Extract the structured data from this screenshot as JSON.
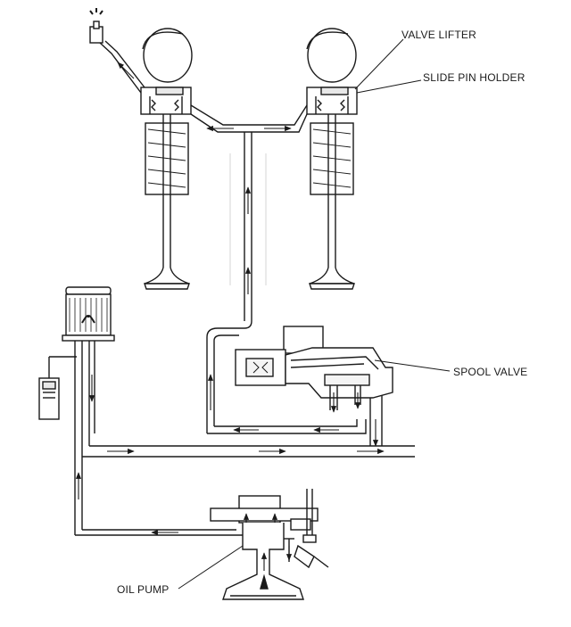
{
  "diagram": {
    "labels": {
      "valve_lifter": "VALVE LIFTER",
      "slide_pin_holder": "SLIDE PIN HOLDER",
      "spool_valve": "SPOOL VALVE",
      "oil_pump": "OIL PUMP"
    },
    "colors": {
      "line": "#1a1a1a",
      "fill_light": "#f4f4f4",
      "background": "#ffffff"
    },
    "icons": [
      "spray-nozzle-icon",
      "oil-filter-icon",
      "pressure-switch-icon",
      "flow-arrow-icon"
    ]
  }
}
